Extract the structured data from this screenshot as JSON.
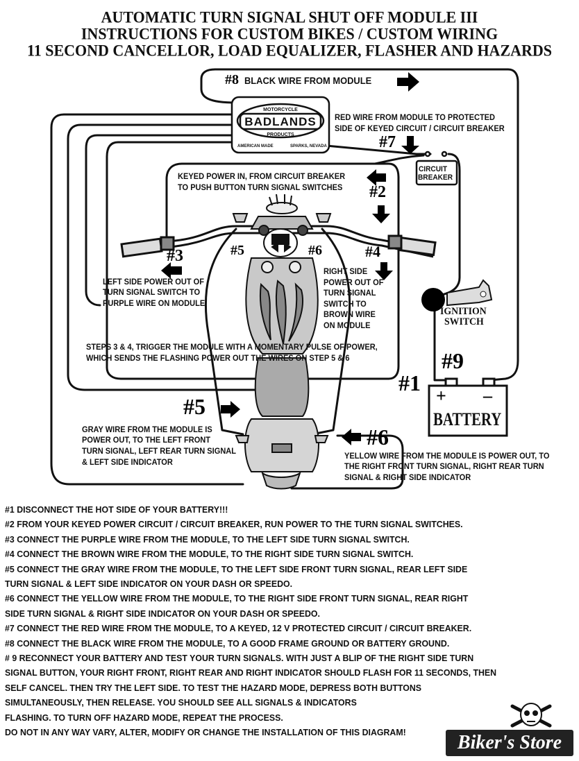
{
  "title": {
    "line1": "AUTOMATIC TURN SIGNAL SHUT OFF MODULE III",
    "line2": "INSTRUCTIONS FOR CUSTOM BIKES / CUSTOM WIRING",
    "line3": "11 SECOND CANCELLOR, LOAD EQUALIZER, FLASHER AND HAZARDS"
  },
  "module": {
    "brand": "BADLANDS",
    "arc_top": "MOTORCYCLE",
    "arc_bottom": "PRODUCTS",
    "footer_left": "AMERICAN MADE",
    "footer_right": "SPARKS, NEVADA"
  },
  "labels": {
    "step8_num": "#8",
    "step8_text": "BLACK WIRE FROM MODULE",
    "red_wire_1": "RED WIRE FROM MODULE TO PROTECTED",
    "red_wire_2": "SIDE OF KEYED CIRCUIT / CIRCUIT BREAKER",
    "step7_num": "#7",
    "circuit_breaker_1": "CIRCUIT",
    "circuit_breaker_2": "BREAKER",
    "keyed_power_1": "KEYED POWER IN, FROM CIRCUIT BREAKER",
    "keyed_power_2": "TO PUSH BUTTON TURN SIGNAL SWITCHES",
    "step2_num": "#2",
    "step3_num": "#3",
    "step4_num": "#4",
    "step5_num_top": "#5",
    "step6_num_top": "#6",
    "left_side_1": "LEFT SIDE POWER OUT OF",
    "left_side_2": "TURN SIGNAL SWITCH TO",
    "left_side_3": "PURPLE WIRE ON MODULE",
    "right_side_1": "RIGHT SIDE",
    "right_side_2": "POWER OUT OF",
    "right_side_3": "TURN SIGNAL",
    "right_side_4": "SWITCH TO",
    "right_side_5": "BROWN WIRE",
    "right_side_6": "ON MODULE",
    "ignition_1": "IGNITION",
    "ignition_2": "SWITCH",
    "steps34_1": "STEPS 3 & 4, TRIGGER THE MODULE WITH A MOMENTARY PULSE OF POWER,",
    "steps34_2": "WHICH SENDS THE FLASHING POWER OUT THE WIRES ON STEP 5 & 6",
    "step9_num": "#9",
    "step1_num": "#1",
    "battery_plus": "+",
    "battery_minus": "–",
    "battery": "BATTERY",
    "step5_num": "#5",
    "step6_num": "#6",
    "gray_1": "GRAY WIRE FROM THE  MODULE IS",
    "gray_2": "POWER OUT, TO THE LEFT FRONT",
    "gray_3": "TURN SIGNAL, LEFT REAR TURN SIGNAL",
    "gray_4": "& LEFT SIDE INDICATOR",
    "yellow_1": "YELLOW WIRE FROM THE MODULE IS POWER OUT, TO",
    "yellow_2": "THE RIGHT FRONT TURN SIGNAL, RIGHT REAR TURN",
    "yellow_3": "SIGNAL & RIGHT SIDE INDICATOR"
  },
  "instructions": [
    "#1 DISCONNECT THE HOT SIDE OF YOUR BATTERY!!!",
    "#2 FROM YOUR KEYED POWER CIRCUIT / CIRCUIT BREAKER, RUN POWER TO THE TURN SIGNAL SWITCHES.",
    "#3 CONNECT THE PURPLE WIRE FROM THE MODULE, TO THE LEFT SIDE TURN SIGNAL SWITCH.",
    "#4 CONNECT THE BROWN WIRE FROM THE MODULE, TO THE RIGHT SIDE TURN SIGNAL SWITCH.",
    "#5 CONNECT THE GRAY WIRE FROM THE MODULE, TO THE LEFT SIDE FRONT TURN SIGNAL, REAR LEFT SIDE",
    "TURN SIGNAL & LEFT SIDE INDICATOR ON YOUR DASH OR SPEEDO.",
    "#6 CONNECT THE YELLOW WIRE FROM THE MODULE, TO THE RIGHT SIDE FRONT TURN SIGNAL, REAR RIGHT",
    "SIDE TURN SIGNAL & RIGHT SIDE INDICATOR ON YOUR DASH OR SPEEDO.",
    "#7 CONNECT THE RED WIRE FROM THE MODULE, TO A KEYED, 12 V PROTECTED CIRCUIT / CIRCUIT BREAKER.",
    "#8 CONNECT THE BLACK WIRE FROM THE MODULE, TO A GOOD FRAME GROUND OR BATTERY GROUND.",
    "# 9 RECONNECT YOUR BATTERY AND TEST YOUR TURN SIGNALS. WITH JUST A BLIP OF THE RIGHT SIDE TURN",
    "SIGNAL BUTTON, YOUR RIGHT FRONT, RIGHT REAR AND RIGHT INDICATOR SHOULD FLASH FOR 11 SECONDS, THEN",
    "SELF CANCEL. THEN TRY THE LEFT SIDE. TO TEST THE HAZARD MODE, DEPRESS BOTH BUTTONS",
    "SIMULTANEOUSLY, THEN RELEASE. YOU SHOULD SEE ALL SIGNALS & INDICATORS",
    "FLASHING. TO TURN OFF HAZARD MODE, REPEAT THE PROCESS.",
    "DO NOT IN ANY WAY VARY, ALTER, MODIFY OR CHANGE THE INSTALLATION OF THIS DIAGRAM!"
  ],
  "watermark": "Biker's Store"
}
